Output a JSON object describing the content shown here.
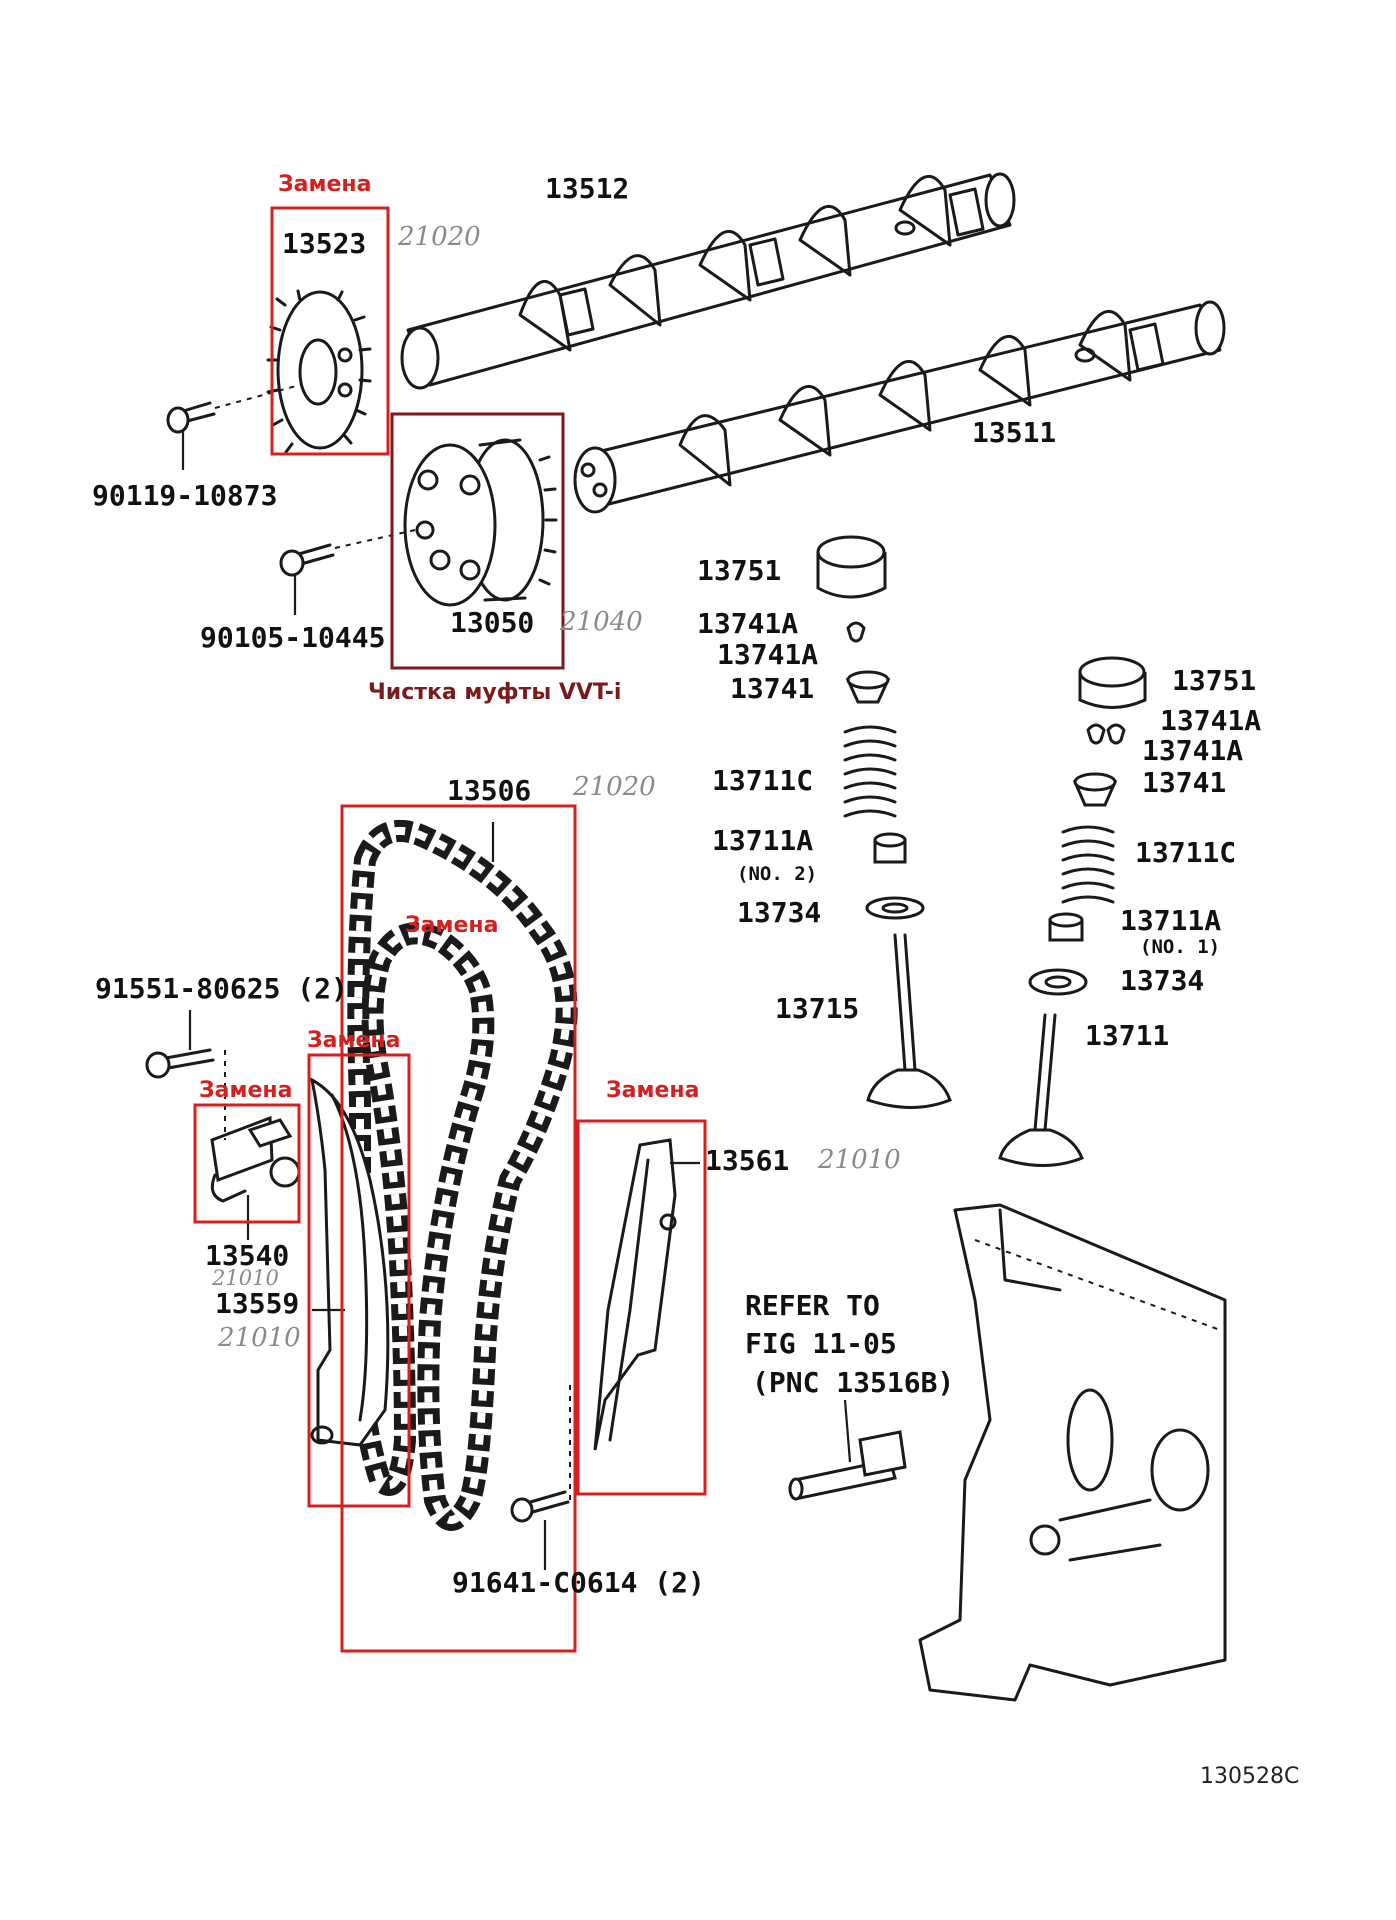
{
  "labels": {
    "p13512": "13512",
    "p13523": "13523",
    "p13511": "13511",
    "p90119": "90119-10873",
    "p90105": "90105-10445",
    "p13050": "13050",
    "p13751a": "13751",
    "p13741A_1": "13741A",
    "p13741A_2": "13741A",
    "p13741a": "13741",
    "p13711C_a": "13711C",
    "p13711A_a": "13711A",
    "no2": "(NO. 2)",
    "p13734a": "13734",
    "p13715": "13715",
    "p13751b": "13751",
    "p13741A_3": "13741A",
    "p13741A_4": "13741A",
    "p13741b": "13741",
    "p13711C_b": "13711C",
    "p13711A_b": "13711A",
    "no1": "(NO. 1)",
    "p13734b": "13734",
    "p13711": "13711",
    "p13506": "13506",
    "p91551": "91551-80625 (2)",
    "p13540": "13540",
    "p13559": "13559",
    "p13561": "13561",
    "p91641": "91641-C0614 (2)",
    "refer1": "REFER TO",
    "refer2": "FIG 11-05",
    "refer3": "(PNC 13516B)",
    "figure_code": "130528C"
  },
  "handwritten": {
    "h13523": "21020",
    "h13050": "21040",
    "h13506": "21020",
    "h13561": "21010",
    "h13540": "21010",
    "h13559": "21010"
  },
  "annotations": {
    "sprocket": "Замена",
    "vvt": "Чистка муфты VVT-i",
    "chain": "Замена",
    "guide": "Замена",
    "tensioner": "Замена",
    "damper": "Замена"
  },
  "colors": {
    "annotation_red": "#d42020",
    "annotation_dark_red": "#7a1a1a",
    "line_art": "#1a1a1a",
    "handwriting": "#8a8a8a"
  }
}
